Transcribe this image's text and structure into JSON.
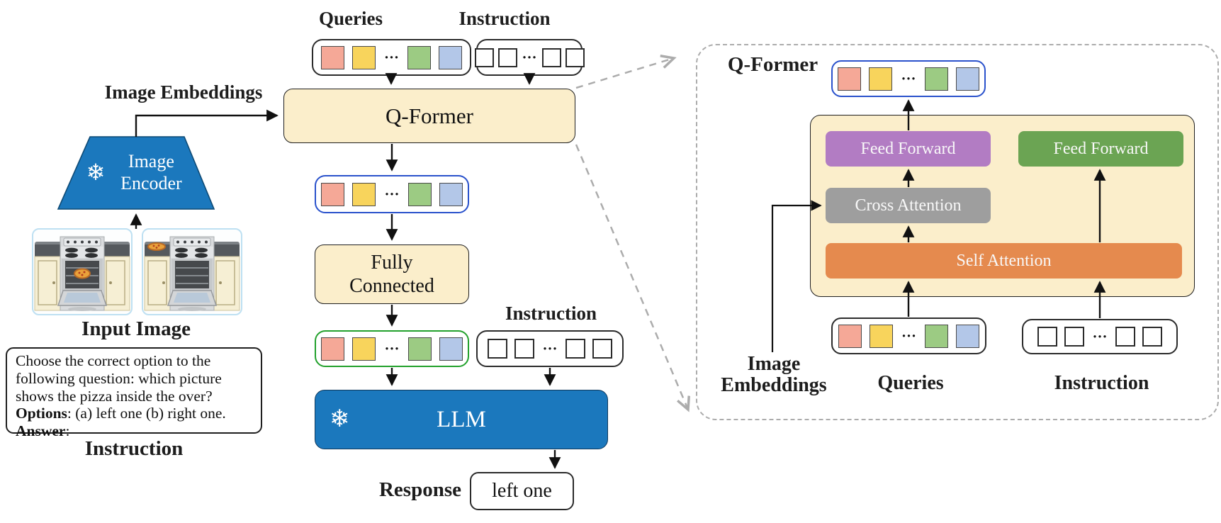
{
  "main": {
    "queries_label": "Queries",
    "instruction_label_top": "Instruction",
    "qformer_label": "Q-Former",
    "image_embeddings_label": "Image Embeddings",
    "image_encoder_label": "Image Encoder",
    "input_image_label": "Input Image",
    "prompt": {
      "line1": "Choose the correct option to the",
      "line2": "following question: which picture",
      "line3": "shows the pizza inside the over?",
      "options_label": "Options",
      "options_text": ": (a) left one (b) right one.",
      "answer_label": "Answer",
      "answer_text": ":"
    },
    "instruction_caption": "Instruction",
    "fully_connected_label": "Fully Connected",
    "instruction_label_mid": "Instruction",
    "llm_label": "LLM",
    "response_label": "Response",
    "response_value": "left one",
    "input_image_left_alt": "kitchen stove with pizza inside the open oven",
    "input_image_right_alt": "kitchen stove with pizza on the counter, oven empty"
  },
  "panel": {
    "title": "Q-Former",
    "feed_forward_left": "Feed Forward",
    "feed_forward_right": "Feed Forward",
    "cross_attention": "Cross Attention",
    "self_attention": "Self Attention",
    "image_embeddings_label": "Image Embeddings",
    "queries_label": "Queries",
    "instruction_label": "Instruction"
  },
  "icons": {
    "snowflake": "❄"
  },
  "tokens": {
    "dots": "···",
    "query_colors": [
      "#F5A897",
      "#F8D45C",
      "#9CCB83",
      "#B3C7E8"
    ],
    "instruction_color": "#ffffff"
  },
  "colors": {
    "box_cream": "#FBEECB",
    "frozen_blue": "#1B78BD",
    "query_border_blue": "#2A52CC",
    "query_border_green": "#22A12C",
    "ff_purple": "#B27CC3",
    "ff_green": "#6BA453",
    "cross_gray": "#9E9E9E",
    "self_orange": "#E58A4E",
    "dashed_gray": "#ACACAC"
  }
}
